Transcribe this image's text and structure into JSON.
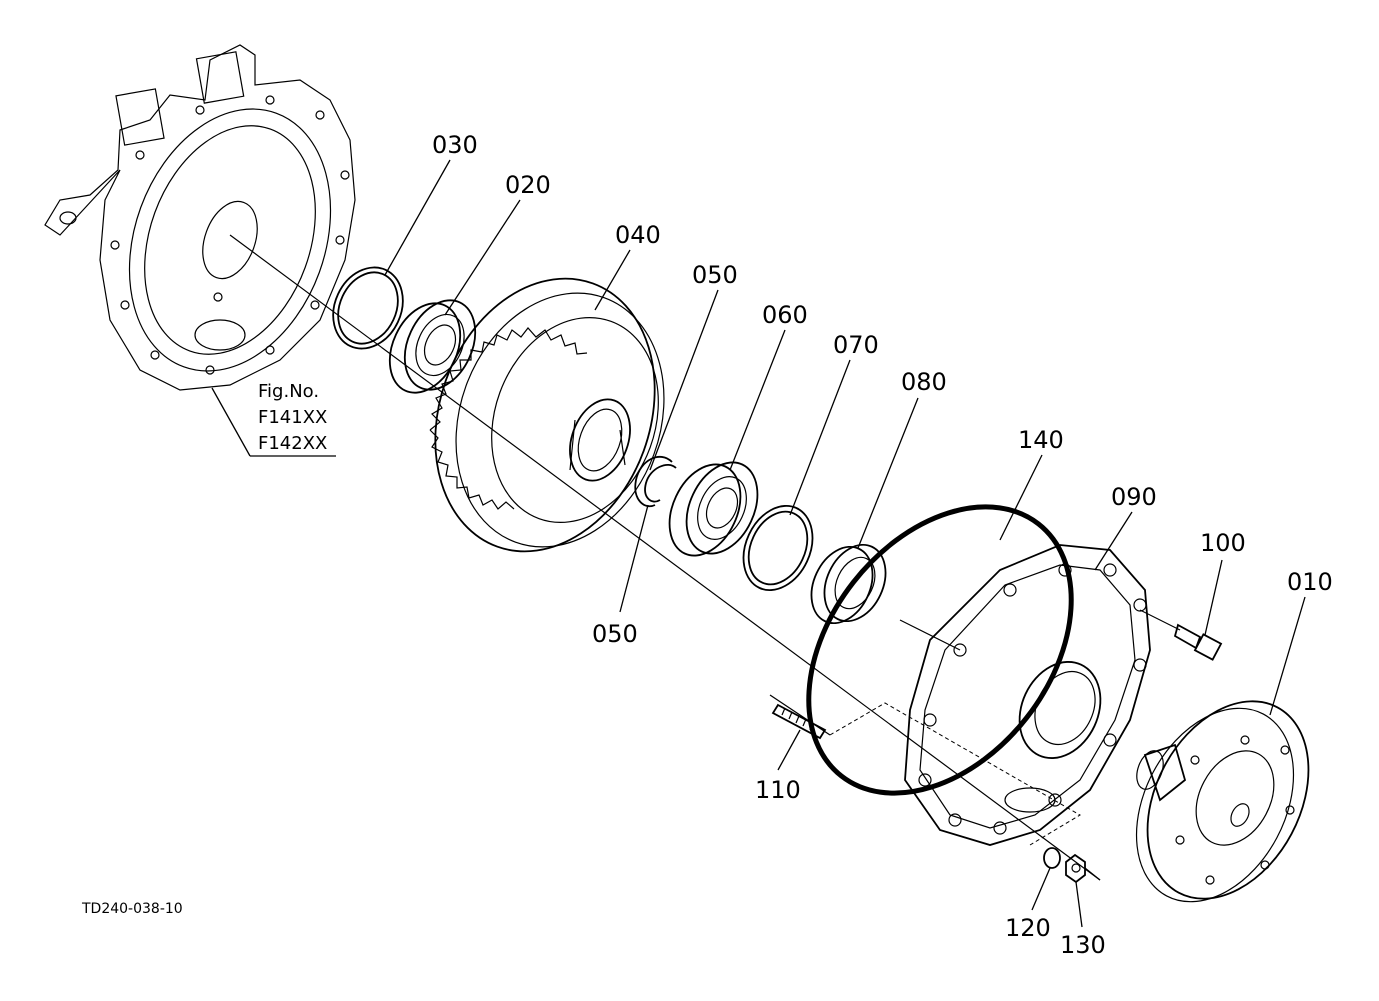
{
  "figure": {
    "fig_ref_title": "Fig.No.",
    "fig_ref_1": "F141XX",
    "fig_ref_2": "F142XX",
    "drawing_code": "TD240-038-10"
  },
  "callouts": {
    "p010": "010",
    "p020": "020",
    "p030": "030",
    "p040": "040",
    "p050a": "050",
    "p050b": "050",
    "p060": "060",
    "p070": "070",
    "p080": "080",
    "p090": "090",
    "p100": "100",
    "p110": "110",
    "p120": "120",
    "p130": "130",
    "p140": "140"
  }
}
